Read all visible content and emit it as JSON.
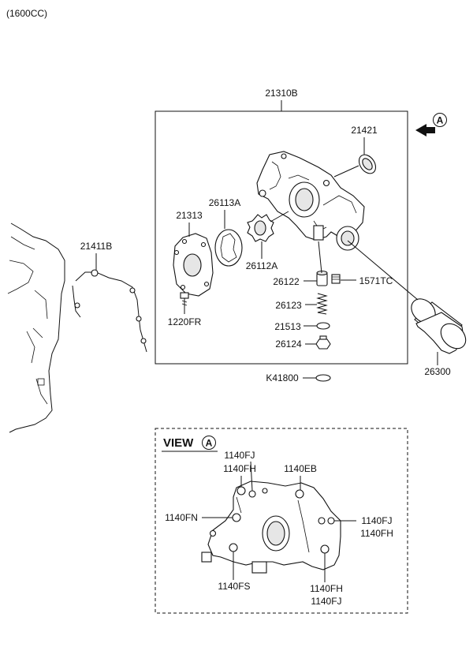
{
  "header": {
    "variant": "(1600CC)"
  },
  "callouts": {
    "p21310B": "21310B",
    "p21421": "21421",
    "p26113A": "26113A",
    "p21313": "21313",
    "p21411B": "21411B",
    "p26112A": "26112A",
    "p26122": "26122",
    "p1571TC": "1571TC",
    "p26123": "26123",
    "p1220FR": "1220FR",
    "p21513": "21513",
    "p26124": "26124",
    "p26300": "26300",
    "pK41800": "K41800"
  },
  "view_marker": {
    "letter": "A"
  },
  "view_a": {
    "title": "VIEW",
    "letter": "A",
    "l1140FJ_top": "1140FJ",
    "l1140FH_top": "1140FH",
    "l1140EB": "1140EB",
    "l1140FN": "1140FN",
    "l1140FJ_right": "1140FJ",
    "l1140FH_right": "1140FH",
    "l1140FS": "1140FS",
    "l1140FH_bottom": "1140FH",
    "l1140FJ_bottom": "1140FJ"
  },
  "colors": {
    "line": "#111111",
    "background": "#ffffff"
  }
}
